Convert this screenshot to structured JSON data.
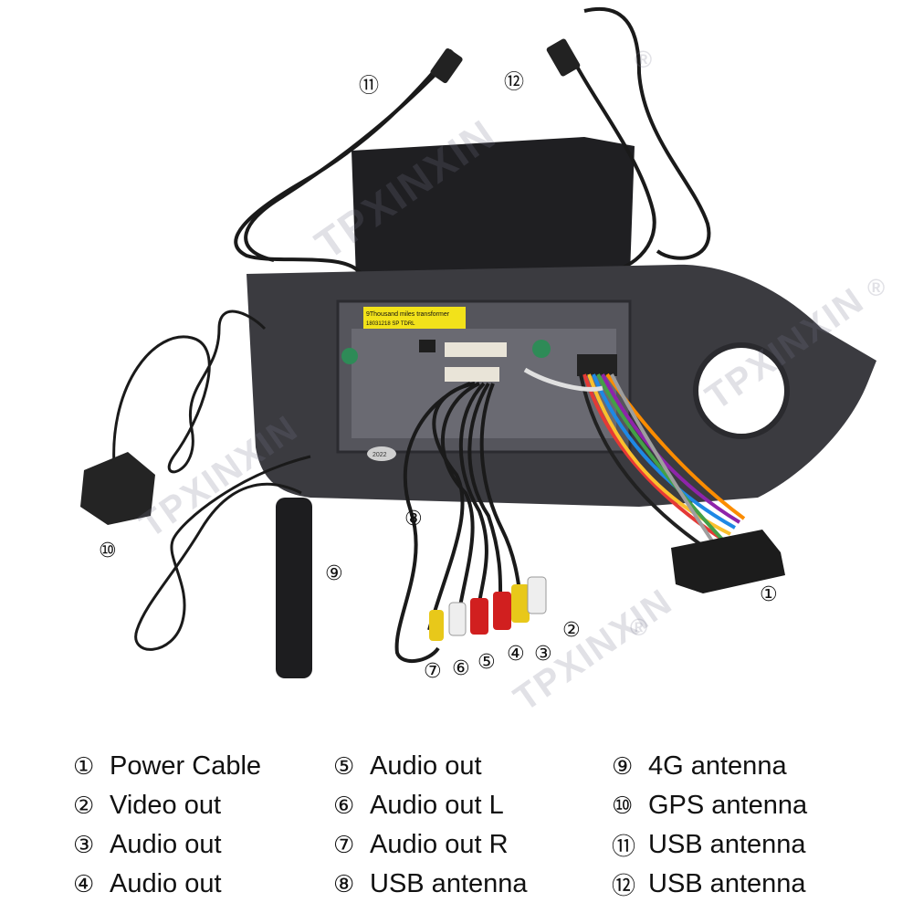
{
  "watermark": {
    "brand": "TPXINXIN",
    "registered": "®"
  },
  "device": {
    "sticker_line1": "9Thousand miles transformer",
    "sticker_line2": "18031218 SP TDRL",
    "label_2022": "2022"
  },
  "callouts": [
    "①",
    "②",
    "③",
    "④",
    "⑤",
    "⑥",
    "⑦",
    "⑧",
    "⑨",
    "⑩",
    "⑪",
    "⑫"
  ],
  "legend": {
    "columns": [
      [
        {
          "num": "①",
          "label": "Power Cable"
        },
        {
          "num": "②",
          "label": "Video out"
        },
        {
          "num": "③",
          "label": "Audio out"
        },
        {
          "num": "④",
          "label": "Audio out"
        }
      ],
      [
        {
          "num": "⑤",
          "label": "Audio out"
        },
        {
          "num": "⑥",
          "label": "Audio out L"
        },
        {
          "num": "⑦",
          "label": "Audio out R"
        },
        {
          "num": "⑧",
          "label": "USB antenna"
        }
      ],
      [
        {
          "num": "⑨",
          "label": "4G antenna"
        },
        {
          "num": "⑩",
          "label": "GPS antenna"
        },
        {
          "num": "⑪",
          "label": "USB antenna"
        },
        {
          "num": "⑫",
          "label": "USB antenna"
        }
      ]
    ]
  },
  "colors": {
    "housing": "#3b3b40",
    "screen": "#1f1f22",
    "cable": "#1a1a1a",
    "sticker": "#f2e21a",
    "rca_red": "#d11f1f",
    "rca_yellow": "#e8c81a",
    "rca_white": "#eeeeee"
  }
}
